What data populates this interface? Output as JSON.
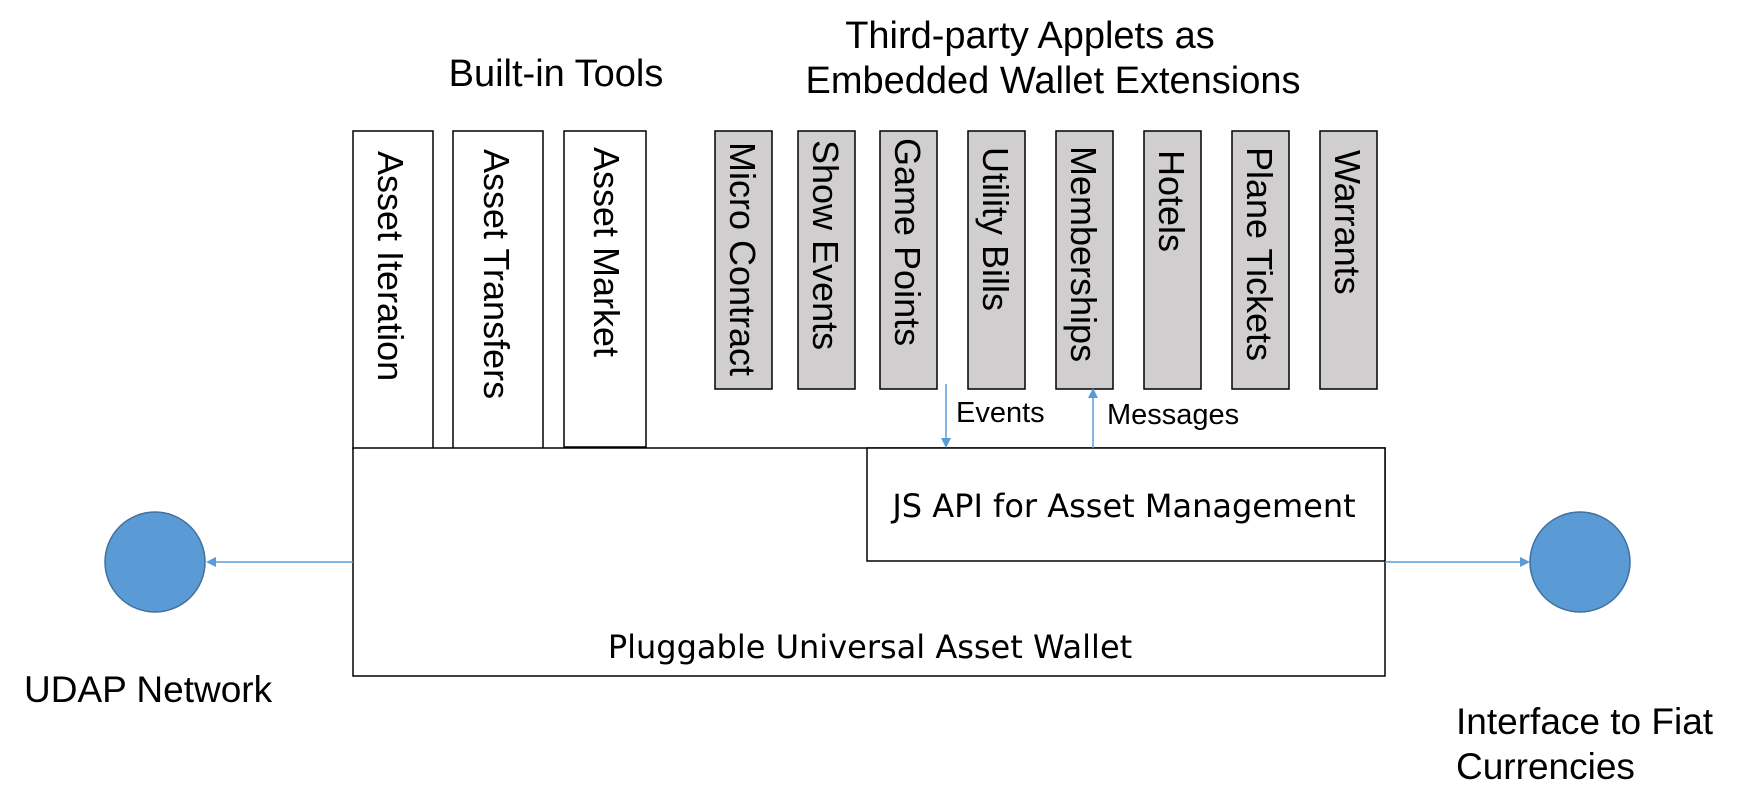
{
  "headings": {
    "builtin_tools": "Built-in Tools",
    "third_party_line1": "Third-party Applets  as",
    "third_party_line2": "Embedded Wallet Extensions"
  },
  "builtin_tools": [
    {
      "label": "Asset Iteration"
    },
    {
      "label": "Asset Transfers"
    },
    {
      "label": "Asset Market"
    }
  ],
  "applets": [
    {
      "label": "Micro Contract"
    },
    {
      "label": "Show Events"
    },
    {
      "label": "Game Points"
    },
    {
      "label": "Utility Bills"
    },
    {
      "label": "Memberships"
    },
    {
      "label": "Hotels"
    },
    {
      "label": "Plane Tickets"
    },
    {
      "label": "Warrants"
    }
  ],
  "connectors": {
    "events": "Events",
    "messages": "Messages"
  },
  "js_api": {
    "label": "JS API for Asset Management"
  },
  "wallet": {
    "label": "Pluggable Universal Asset Wallet"
  },
  "nodes": {
    "left_line1": "UDAP Network",
    "right_line1": "Interface to Fiat",
    "right_line2": "Currencies"
  },
  "colors": {
    "applet_fill": "#d0cece",
    "node_fill": "#5b9bd5",
    "node_stroke": "#41719c",
    "arrow": "#5b9bd5",
    "box_stroke": "#000000"
  }
}
